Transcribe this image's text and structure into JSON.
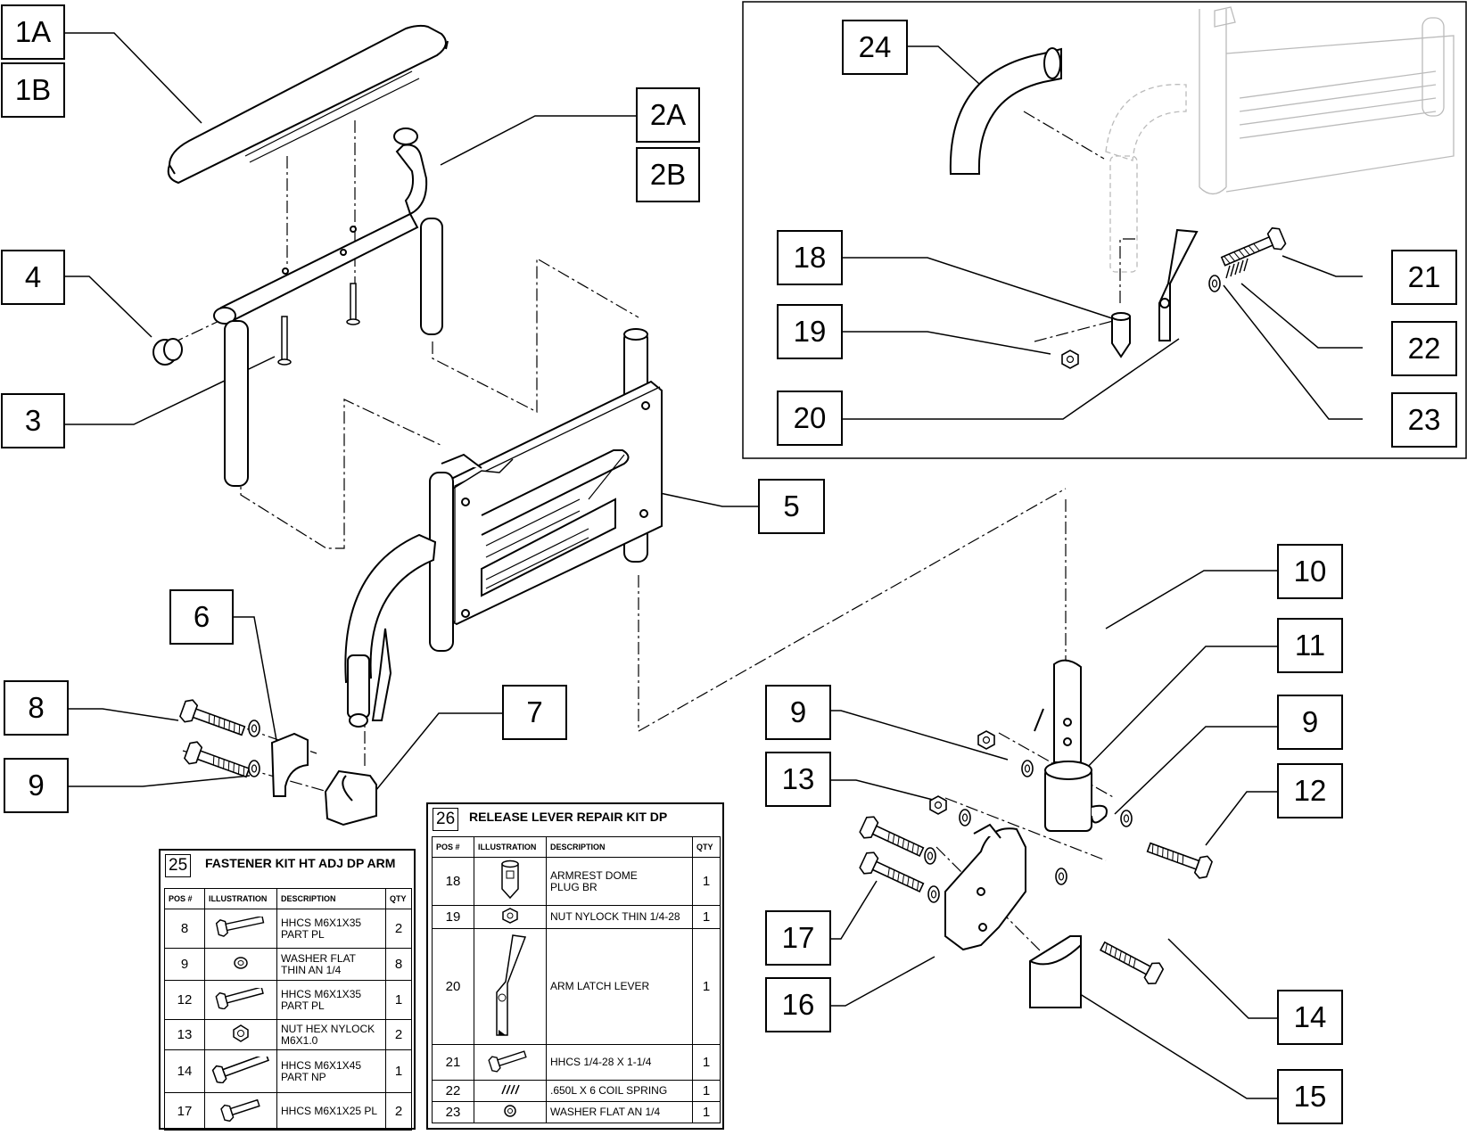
{
  "callouts": {
    "c1A": "1A",
    "c1B": "1B",
    "c2A": "2A",
    "c2B": "2B",
    "c3": "3",
    "c4": "4",
    "c5": "5",
    "c6": "6",
    "c7": "7",
    "c8": "8",
    "c9a": "9",
    "c9b": "9",
    "c9c": "9",
    "c10": "10",
    "c11": "11",
    "c12": "12",
    "c13": "13",
    "c14": "14",
    "c15": "15",
    "c16": "16",
    "c17": "17",
    "c18": "18",
    "c19": "19",
    "c20": "20",
    "c21": "21",
    "c22": "22",
    "c23": "23",
    "c24": "24"
  },
  "kit25": {
    "number": "25",
    "title": "FASTENER KIT HT ADJ DP ARM",
    "headers": [
      "POS #",
      "ILLUSTRATION",
      "DESCRIPTION",
      "QTY"
    ],
    "rows": [
      {
        "pos": "8",
        "desc1": "HHCS M6X1X35",
        "desc2": "PART PL",
        "qty": "2",
        "icon": "long-bolt-icon"
      },
      {
        "pos": "9",
        "desc1": "WASHER FLAT",
        "desc2": "THIN AN 1/4",
        "qty": "8",
        "icon": "washer-icon"
      },
      {
        "pos": "12",
        "desc1": "HHCS M6X1X35",
        "desc2": "PART PL",
        "qty": "1",
        "icon": "long-bolt-icon"
      },
      {
        "pos": "13",
        "desc1": "NUT HEX NYLOCK",
        "desc2": "M6X1.0",
        "qty": "2",
        "icon": "hex-nut-icon"
      },
      {
        "pos": "14",
        "desc1": "HHCS M6X1X45",
        "desc2": "PART NP",
        "qty": "1",
        "icon": "long-bolt-icon"
      },
      {
        "pos": "17",
        "desc1": "HHCS M6X1X25 PL",
        "desc2": "",
        "qty": "2",
        "icon": "short-bolt-icon"
      }
    ]
  },
  "kit26": {
    "number": "26",
    "title": "RELEASE LEVER REPAIR KIT DP",
    "headers": [
      "POS #",
      "ILLUSTRATION",
      "DESCRIPTION",
      "QTY"
    ],
    "rows": [
      {
        "pos": "18",
        "desc1": "ARMREST DOME",
        "desc2": "PLUG BR",
        "qty": "1",
        "icon": "dome-plug-icon"
      },
      {
        "pos": "19",
        "desc1": "NUT NYLOCK THIN 1/4-28",
        "desc2": "",
        "qty": "1",
        "icon": "hex-nut-icon"
      },
      {
        "pos": "20",
        "desc1": "ARM LATCH LEVER",
        "desc2": "",
        "qty": "1",
        "icon": "latch-lever-icon"
      },
      {
        "pos": "21",
        "desc1": "HHCS 1/4-28 X 1-1/4",
        "desc2": "",
        "qty": "1",
        "icon": "short-bolt-icon"
      },
      {
        "pos": "22",
        "desc1": ".650L X 6 COIL SPRING",
        "desc2": "",
        "qty": "1",
        "icon": "coil-spring-icon"
      },
      {
        "pos": "23",
        "desc1": "WASHER FLAT AN 1/4",
        "desc2": "",
        "qty": "1",
        "icon": "washer-icon"
      }
    ]
  }
}
